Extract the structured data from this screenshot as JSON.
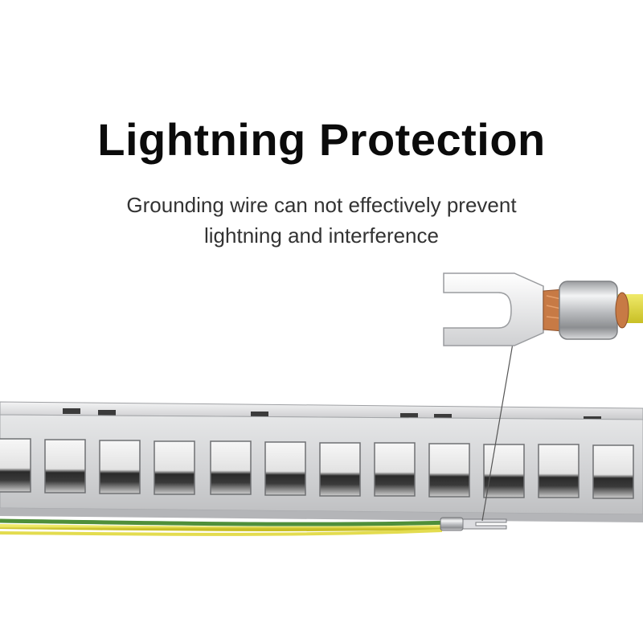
{
  "heading": {
    "title": "Lightning Protection",
    "subtitle_line1": "Grounding wire can not effectively prevent",
    "subtitle_line2": "lightning and interference"
  },
  "colors": {
    "background": "#ffffff",
    "title": "#0b0b0b",
    "subtitle": "#333333",
    "panel_metal": "#d9dadb",
    "wire_yellow": "#d9d13a",
    "wire_green": "#4f8f3a",
    "copper": "#c77a45"
  },
  "illustration": {
    "subject": "keystone patch panel with grounding wire and spade terminal",
    "port_count": 12
  }
}
